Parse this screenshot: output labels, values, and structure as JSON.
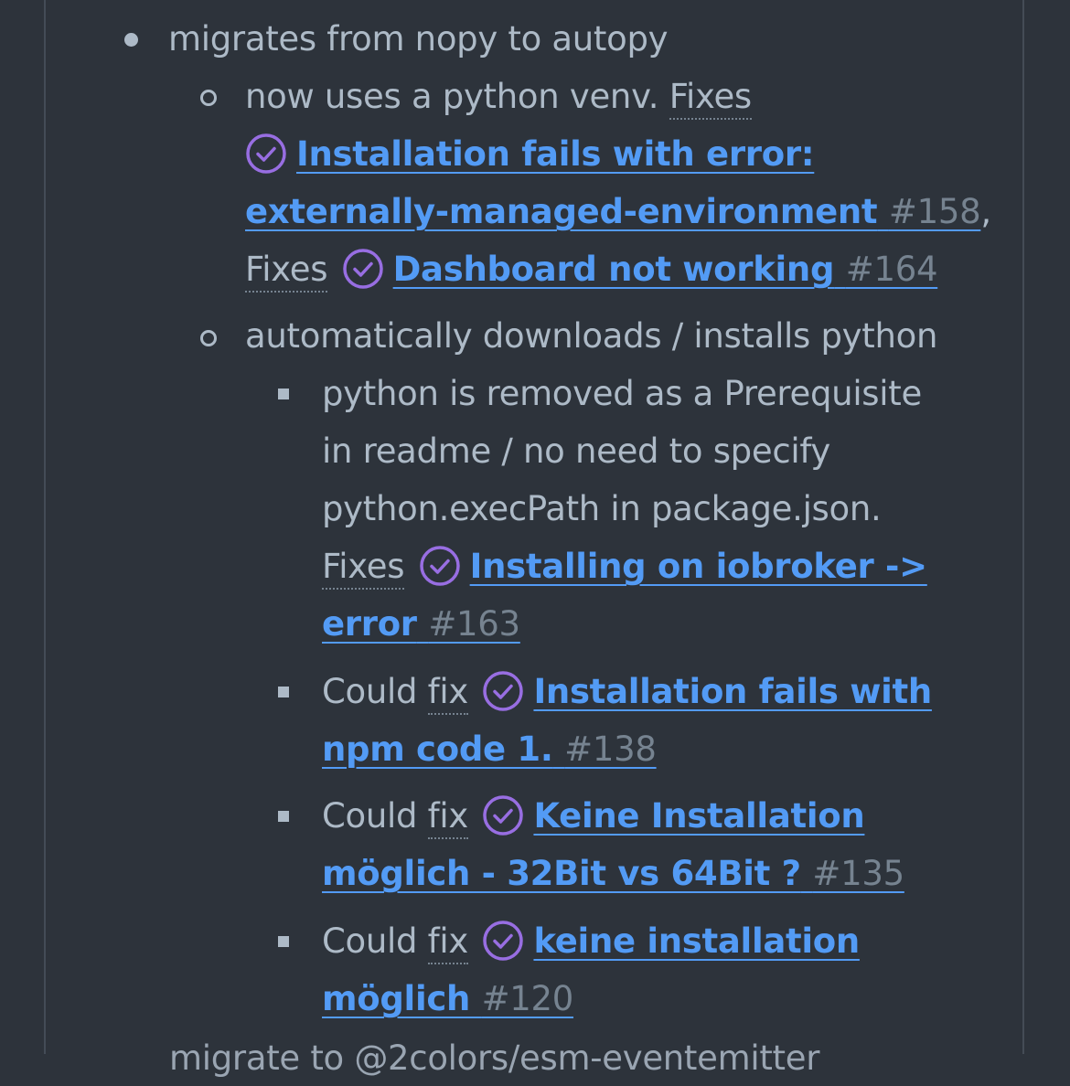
{
  "item1": {
    "text": "migrates from nopy to autopy"
  },
  "sub1": {
    "prefix": "now uses a python venv.",
    "fixes_word": "Fixes",
    "issue158": {
      "title_part1": "Installation fails with error:",
      "title_part2": "externally-managed-environment",
      "number": "#158"
    },
    "comma": ",",
    "issue164": {
      "title": "Dashboard not working",
      "number": "#164"
    }
  },
  "sub2": {
    "text": "automatically downloads / installs python",
    "items": [
      {
        "line1": "python is removed as a Prerequisite",
        "line2": "in readme / no need to specify",
        "line3": "python.execPath in package.json.",
        "fixes_word": "Fixes",
        "issue_title_part1": "Installing on iobroker ->",
        "issue_title_part2": "error",
        "issue_number": "#163"
      },
      {
        "prefix": "Could",
        "fix_word": "fix",
        "issue_title_part1": "Installation fails with",
        "issue_title_part2": "npm code 1.",
        "issue_number": "#138"
      },
      {
        "prefix": "Could",
        "fix_word": "fix",
        "issue_title_part1": "Keine Installation",
        "issue_title_part2": "möglich - 32Bit vs 64Bit ?",
        "issue_number": "#135"
      },
      {
        "prefix": "Could",
        "fix_word": "fix",
        "issue_title_part1": "keine installation",
        "issue_title_part2": "möglich",
        "issue_number": "#120"
      }
    ]
  },
  "next_item_partial": "migrate to @2colors/esm-eventemitter",
  "colors": {
    "background": "#2d333b",
    "text": "#adbac7",
    "link": "#539bf5",
    "muted": "#768390",
    "issue_closed": "#986ee2"
  },
  "icons": {
    "issue_state": "issue-closed-icon"
  }
}
